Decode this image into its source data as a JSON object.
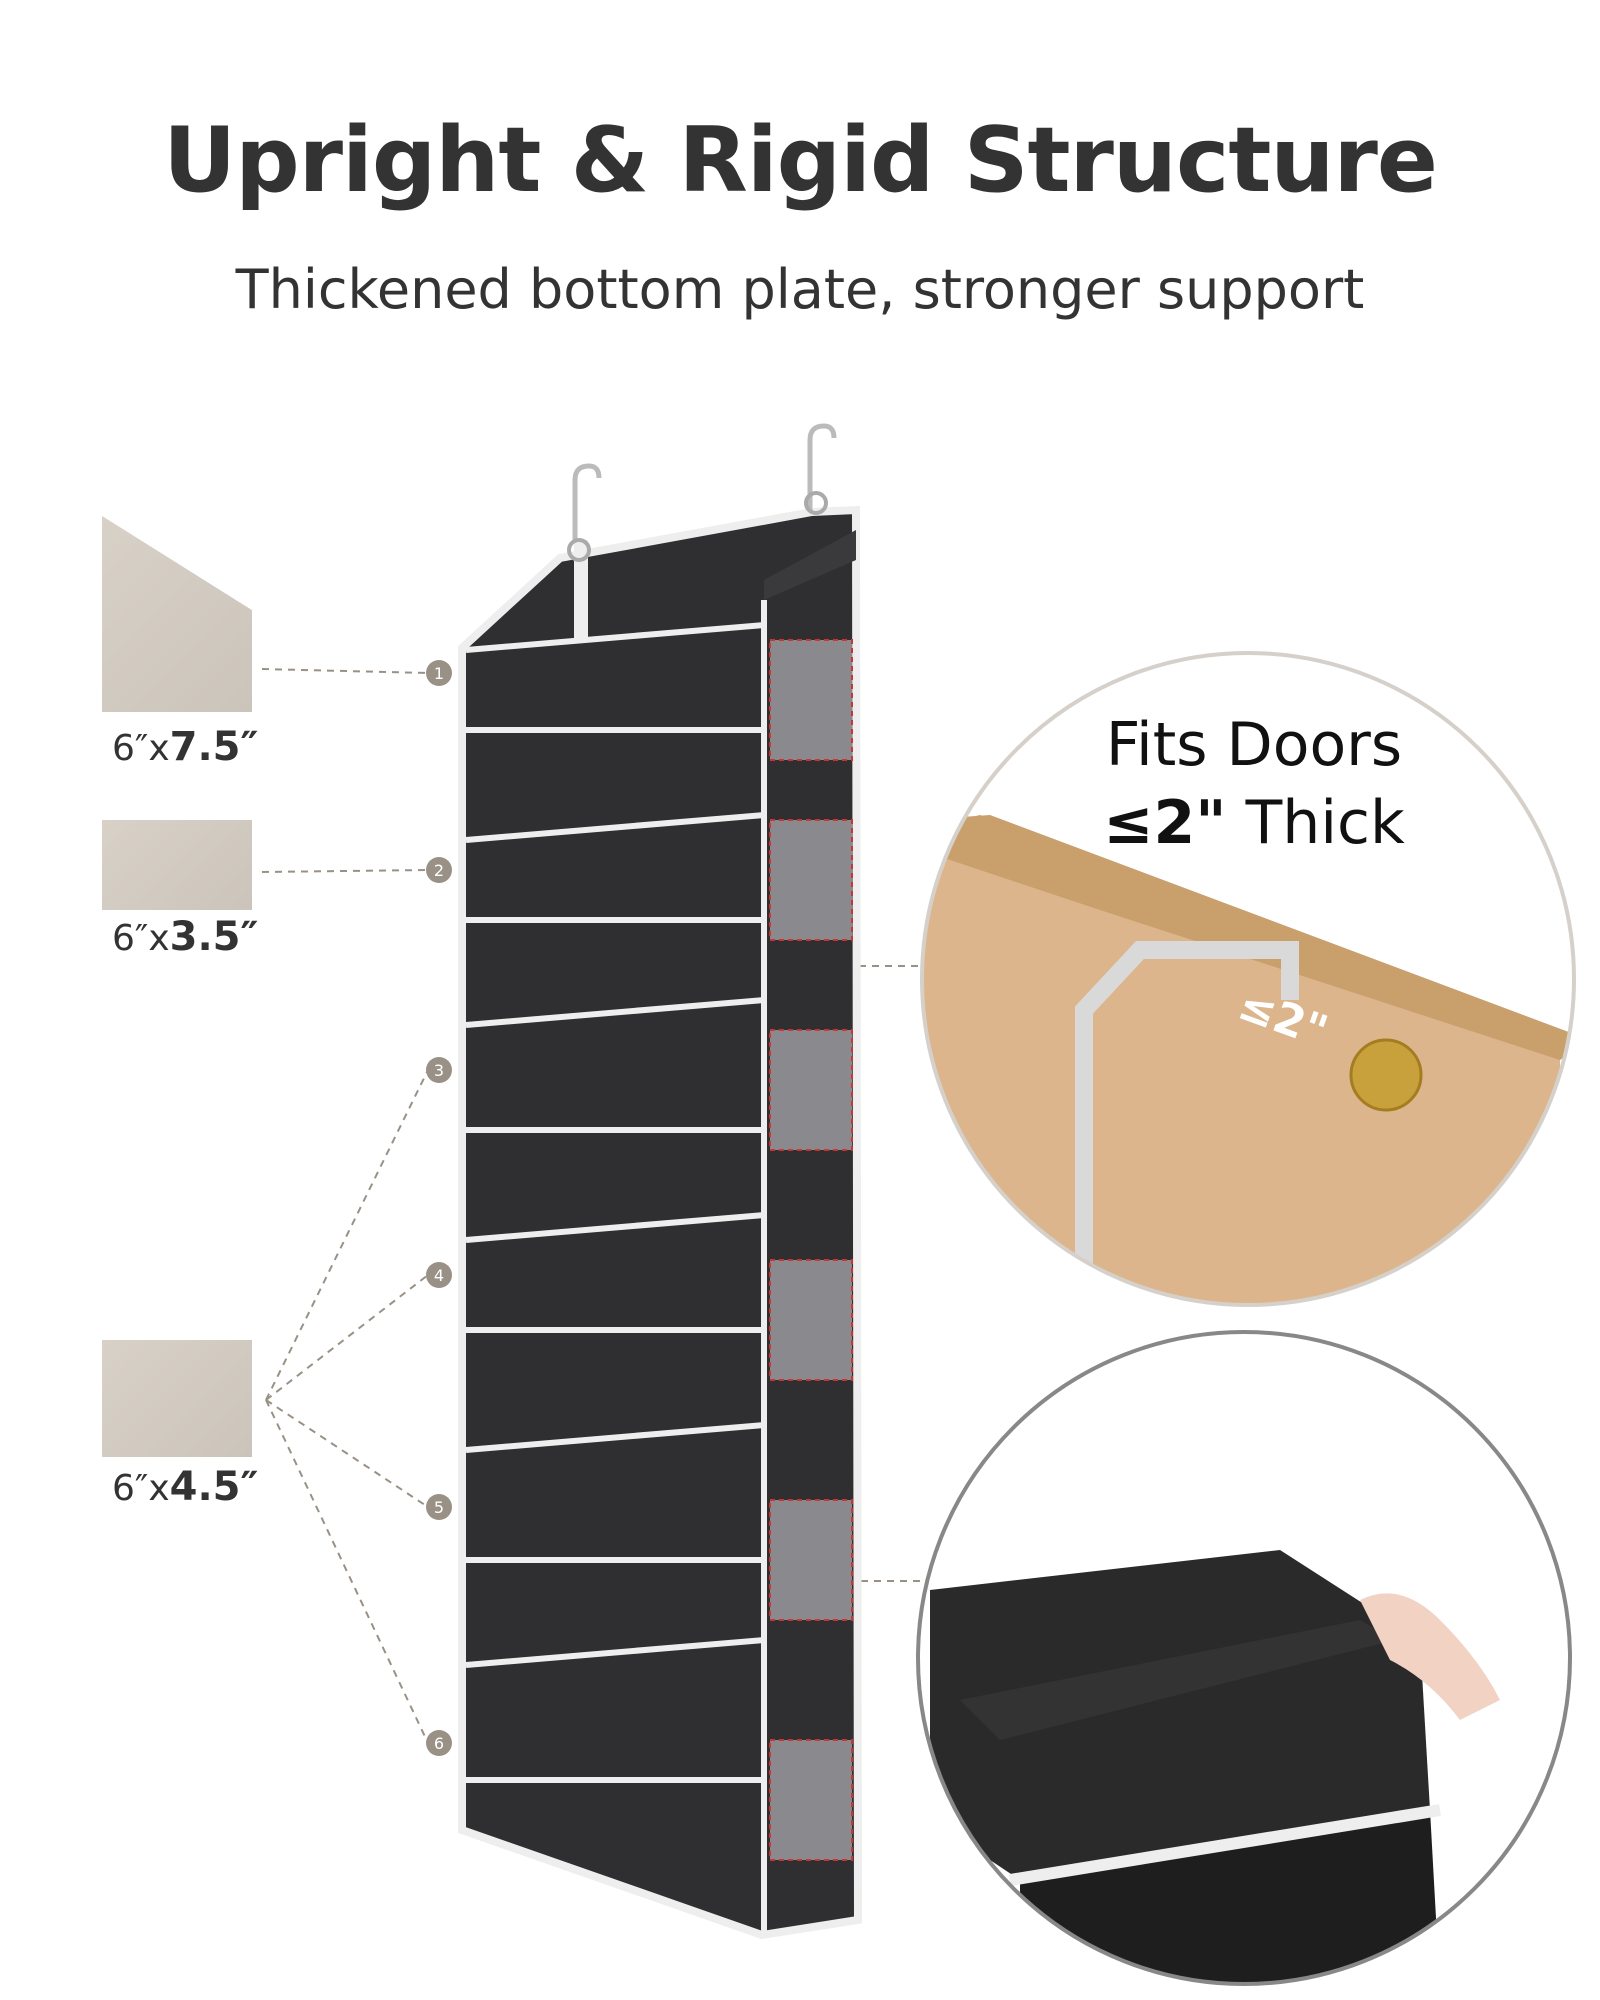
{
  "header": {
    "title": "Upright & Rigid Structure",
    "subtitle": "Thickened bottom plate, stronger support"
  },
  "swatches": [
    {
      "prefix": "6″x",
      "value": "7.5″"
    },
    {
      "prefix": "6″x",
      "value": "3.5″"
    },
    {
      "prefix": "6″x",
      "value": "4.5″"
    }
  ],
  "markers": [
    "1",
    "2",
    "3",
    "4",
    "5",
    "6"
  ],
  "callout": {
    "line1": "Fits Doors",
    "line2_bold": "≤2\"",
    "line2_rest": " Thick",
    "door_label": "≤2\""
  }
}
